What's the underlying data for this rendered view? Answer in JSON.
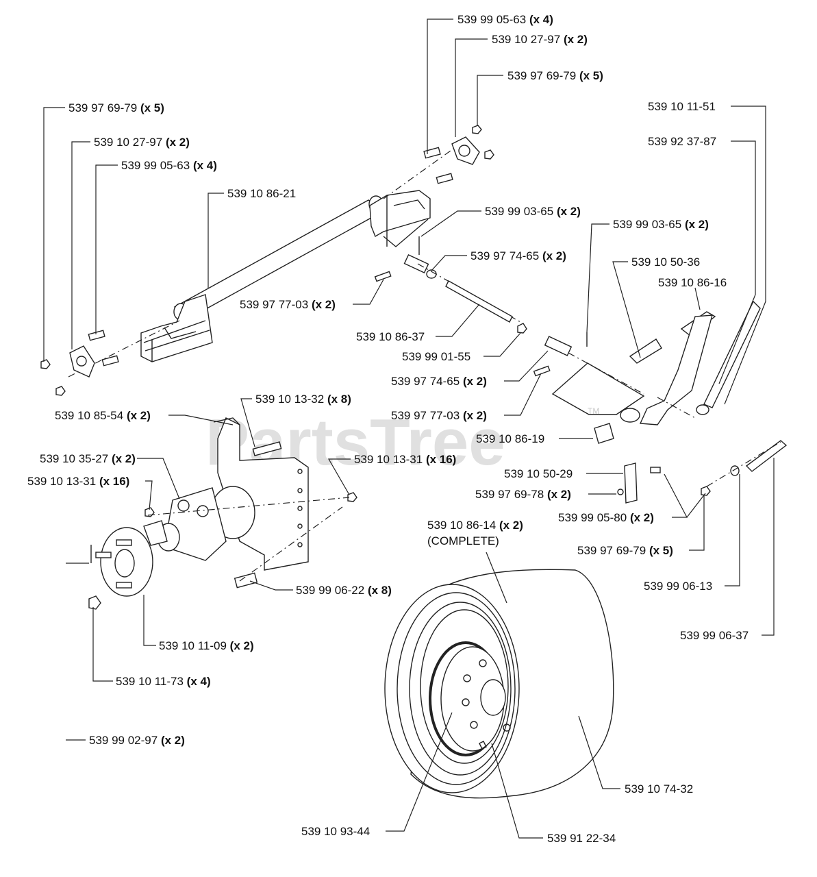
{
  "watermark": {
    "text": "PartsTree",
    "tm": "TM"
  },
  "labels": {
    "l1": {
      "num": "539 99 05-63",
      "qty": "(x 4)"
    },
    "l2": {
      "num": "539 10 27-97",
      "qty": "(x 2)"
    },
    "l3": {
      "num": "539 97 69-79",
      "qty": "(x 5)"
    },
    "l4": {
      "num": "539 97 69-79",
      "qty": "(x 5)"
    },
    "l5": {
      "num": "539 10 11-51",
      "qty": ""
    },
    "l6": {
      "num": "539 10 27-97",
      "qty": "(x 2)"
    },
    "l7": {
      "num": "539 92 37-87",
      "qty": ""
    },
    "l8": {
      "num": "539 99 05-63",
      "qty": "(x 4)"
    },
    "l9": {
      "num": "539 10 86-21",
      "qty": ""
    },
    "l10": {
      "num": "539 99 03-65",
      "qty": "(x 2)"
    },
    "l11": {
      "num": "539 99 03-65",
      "qty": "(x 2)"
    },
    "l12": {
      "num": "539 97 74-65",
      "qty": "(x 2)"
    },
    "l13": {
      "num": "539 10 50-36",
      "qty": ""
    },
    "l14": {
      "num": "539 10 86-16",
      "qty": ""
    },
    "l15": {
      "num": "539 97 77-03",
      "qty": "(x 2)"
    },
    "l16": {
      "num": "539 10 86-37",
      "qty": ""
    },
    "l17": {
      "num": "539 99 01-55",
      "qty": ""
    },
    "l18": {
      "num": "539 97 74-65",
      "qty": "(x 2)"
    },
    "l19": {
      "num": "539 10 13-32",
      "qty": "(x 8)"
    },
    "l20": {
      "num": "539 10 85-54",
      "qty": "(x 2)"
    },
    "l21": {
      "num": "539 97 77-03",
      "qty": "(x 2)"
    },
    "l22": {
      "num": "539 10 86-19",
      "qty": ""
    },
    "l23": {
      "num": "539 10 35-27",
      "qty": "(x 2)"
    },
    "l24": {
      "num": "539 10 13-31",
      "qty": "(x 16)"
    },
    "l25": {
      "num": "539 10 13-31",
      "qty": "(x 16)"
    },
    "l26": {
      "num": "539 10 50-29",
      "qty": ""
    },
    "l27": {
      "num": "539 97 69-78",
      "qty": "(x 2)"
    },
    "l28": {
      "num": "539 99 05-80",
      "qty": "(x 2)"
    },
    "l29": {
      "num": "539 10 86-14",
      "qty": "(x 2)"
    },
    "l29b": {
      "num": "(COMPLETE)",
      "qty": ""
    },
    "l30": {
      "num": "539 97 69-79",
      "qty": "(x 5)"
    },
    "l31": {
      "num": "539 99 06-22",
      "qty": "(x 8)"
    },
    "l32": {
      "num": "539 99 06-13",
      "qty": ""
    },
    "l33": {
      "num": "539 99 06-37",
      "qty": ""
    },
    "l34": {
      "num": "539 10 11-09",
      "qty": "(x 2)"
    },
    "l35": {
      "num": "539 10 11-73",
      "qty": "(x 4)"
    },
    "l36": {
      "num": "539 99 02-97",
      "qty": "(x 2)"
    },
    "l37": {
      "num": "539 10 74-32",
      "qty": ""
    },
    "l38": {
      "num": "539 10 93-44",
      "qty": ""
    },
    "l39": {
      "num": "539 91 22-34",
      "qty": ""
    }
  }
}
